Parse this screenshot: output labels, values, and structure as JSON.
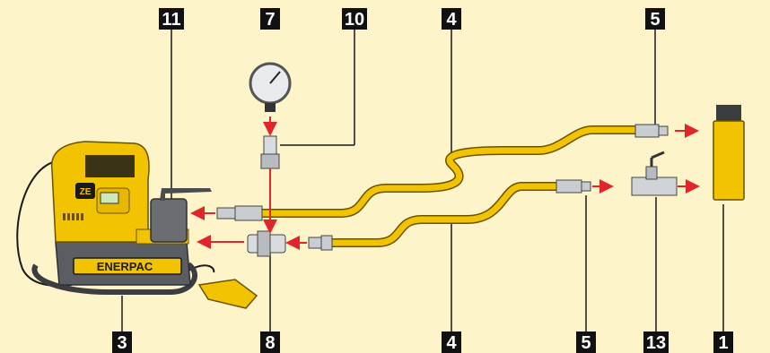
{
  "colors": {
    "background": "#fdf4c9",
    "hose_yellow": "#f2c300",
    "hose_outline": "#6b5200",
    "arrow_red": "#e0262b",
    "pump_gray": "#5a5d61",
    "label_bg": "#111111"
  },
  "brand": {
    "name": "ENERPAC",
    "pump_display": "ZE"
  },
  "labels": {
    "cylinder": "1",
    "pump": "3",
    "hose_top": "4",
    "hose_bottom": "4",
    "coupler_top": "5",
    "coupler_bottom": "5",
    "gauge": "7",
    "coupler_8": "8",
    "gauge_adaptor": "10",
    "valve_11": "11",
    "needle_valve": "13"
  },
  "icons": [
    "pressure-gauge-icon",
    "hydraulic-cylinder-icon",
    "needle-valve-icon",
    "electric-pump-icon",
    "foot-pedal-icon"
  ]
}
